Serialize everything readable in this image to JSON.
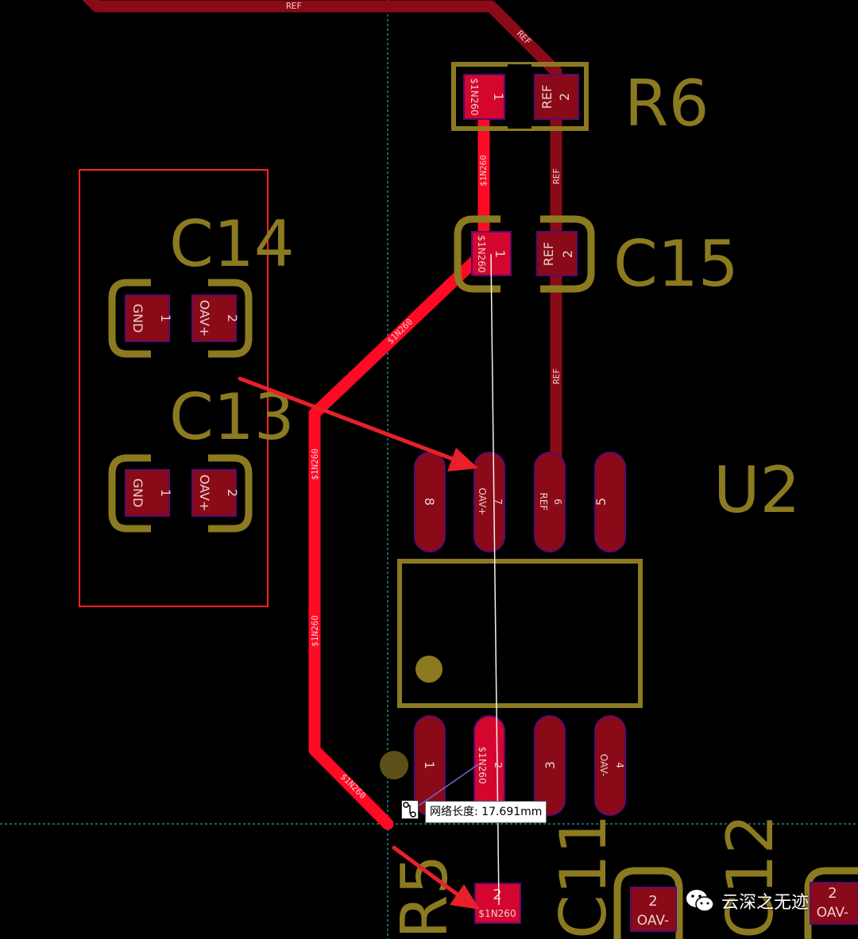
{
  "colors": {
    "background": "#000000",
    "silkscreen": "#8c7a21",
    "pad": "#d4062e",
    "pad_edge": "#5a0a6e",
    "track_highlight": "#ff0a25",
    "track_dim": "#8a0a18",
    "selection_box": "#ff2424",
    "crosshair": "#37c7c7",
    "annotation_arrow": "#e8202a"
  },
  "components": {
    "r6": {
      "designator": "R6",
      "pad1": {
        "number": "1",
        "net": "$1N260"
      },
      "pad2": {
        "number": "2",
        "net": "REF"
      }
    },
    "c15": {
      "designator": "C15",
      "pad1": {
        "number": "1",
        "net": "$1N260"
      },
      "pad2": {
        "number": "2",
        "net": "REF"
      }
    },
    "c14": {
      "designator": "C14",
      "pad1": {
        "number": "1",
        "net": "GND"
      },
      "pad2": {
        "number": "2",
        "net": "OAV+"
      }
    },
    "c13": {
      "designator": "C13",
      "pad1": {
        "number": "1",
        "net": "GND"
      },
      "pad2": {
        "number": "2",
        "net": "OAV+"
      }
    },
    "u2": {
      "designator": "U2",
      "top_pins": [
        {
          "number": "8",
          "net": ""
        },
        {
          "number": "7",
          "net": "OAV+"
        },
        {
          "number": "6",
          "net": "REF"
        },
        {
          "number": "5",
          "net": ""
        }
      ],
      "bottom_pins": [
        {
          "number": "1",
          "net": ""
        },
        {
          "number": "2",
          "net": "$1N260"
        },
        {
          "number": "3",
          "net": ""
        },
        {
          "number": "4",
          "net": "OAV-"
        }
      ]
    },
    "r5": {
      "designator": "R5",
      "pad2": {
        "number": "2",
        "net": "$1N260"
      }
    },
    "c11": {
      "designator": "C11",
      "pad2": {
        "number": "2",
        "net": "OAV-"
      }
    },
    "c12": {
      "designator": "C12",
      "pad2": {
        "number": "2",
        "net": "OAV-"
      }
    }
  },
  "nets": {
    "ref_top": "REF",
    "ref_diag": "REF",
    "ref_vert1": "REF",
    "ref_vert2": "REF",
    "n260_r6": "$1N260",
    "n260_diag": "$1N260",
    "n260_v1": "$1N260",
    "n260_v2": "$1N260",
    "n260_low": "$1N260"
  },
  "tooltip": {
    "text": "网络长度: 17.691mm"
  },
  "watermark": {
    "text": "云深之无迹",
    "icon": "wechat-icon"
  }
}
